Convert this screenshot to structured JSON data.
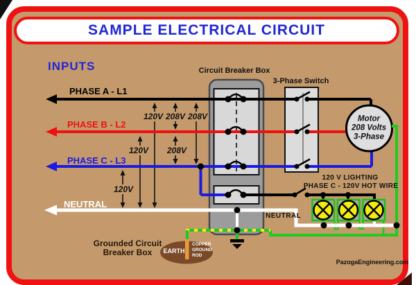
{
  "title": "SAMPLE ELECTRICAL CIRCUIT",
  "inputs_label": "INPUTS",
  "phases": [
    {
      "label": "PHASE A - L1",
      "color": "#000000"
    },
    {
      "label": "PHASE B - L2",
      "color": "#ee1111"
    },
    {
      "label": "PHASE C - L3",
      "color": "#1a1ae0"
    },
    {
      "label": "NEUTRAL",
      "color": "#ffffff"
    }
  ],
  "voltages": [
    {
      "text": "120V",
      "between": "Phase A and Neutral"
    },
    {
      "text": "208V",
      "between": "Phase A and Phase B"
    },
    {
      "text": "208V",
      "between": "Phase A and Phase C"
    },
    {
      "text": "120V",
      "between": "Phase B and Neutral"
    },
    {
      "text": "208V",
      "between": "Phase B and Phase C"
    },
    {
      "text": "120V",
      "between": "Phase C and Neutral"
    }
  ],
  "breaker_box": {
    "label": "Circuit Breaker Box"
  },
  "phase_switch": {
    "label": "3-Phase Switch"
  },
  "motor": {
    "lines": [
      "Motor",
      "208 Volts",
      "3-Phase"
    ]
  },
  "lighting": {
    "caption_line1": "120 V LIGHTING",
    "caption_line2": "PHASE C - 120V HOT WIRE",
    "neutral_label": "NEUTRAL",
    "lamp_count": 3
  },
  "grounding": {
    "caption_line1": "Grounded Circuit",
    "caption_line2": "Breaker Box",
    "earth_label": "EARTH",
    "rod_label_lines": [
      "COPPER",
      "GROUND",
      "ROD"
    ]
  },
  "watermark": "PazogaEngineering.com",
  "colors": {
    "background": "#c49a6c",
    "border_red": "#ee1312",
    "title_blue": "#2026d6",
    "phase_a": "#000000",
    "phase_b": "#ee1111",
    "phase_c": "#1a1ae0",
    "neutral": "#ffffff",
    "ground_green": "#1ecb1e",
    "ground_stripe_yellow": "#f6e915",
    "lamp_yellow": "#f5ea12",
    "copper_rod": "#e89b3c",
    "earth_brown": "#7a4a28",
    "box_gray": "#9c9c9c",
    "panel_gray": "#d8d8d8"
  }
}
